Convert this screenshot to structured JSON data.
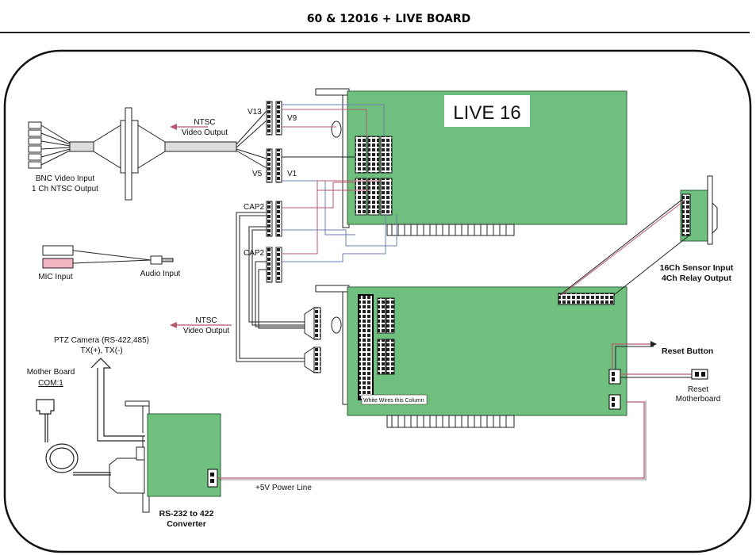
{
  "title": "60 & 12016 + LIVE BOARD",
  "live_board_label": "LIVE 16",
  "labels": {
    "bnc_line1": "BNC Video Input",
    "bnc_line2": "1 Ch NTSC Output",
    "ntsc_top_1": "NTSC",
    "ntsc_top_2": "Video Output",
    "ntsc_bot_1": "NTSC",
    "ntsc_bot_2": "Video Output",
    "v13": "V13",
    "v9": "V9",
    "v5": "V5",
    "v1": "V1",
    "cap2_a": "CAP2",
    "cap2_b": "CAP2",
    "mic_input": "MIC Input",
    "audio_input": "Audio Input",
    "ptz_line1": "PTZ Camera (RS-422,485)",
    "ptz_line2": "TX(+), TX(-)",
    "mother_board": "Mother Board",
    "com1": "COM:1",
    "sensor_line1": "16Ch Sensor Input",
    "sensor_line2": "4Ch Relay Output",
    "reset_button": "Reset Button",
    "reset_mb_line1": "Reset",
    "reset_mb_line2": "Motherboard",
    "white_wires": "White Wires this Column",
    "power_line": "+5V Power Line",
    "converter_line1": "RS-232 to 422",
    "converter_line2": "Converter"
  },
  "colors": {
    "board_green": "#6fbf7e",
    "board_edge": "#2f5f3a",
    "wire_red": "#b85a6e",
    "wire_blue": "#6a7fb8",
    "wire_black": "#222222"
  }
}
